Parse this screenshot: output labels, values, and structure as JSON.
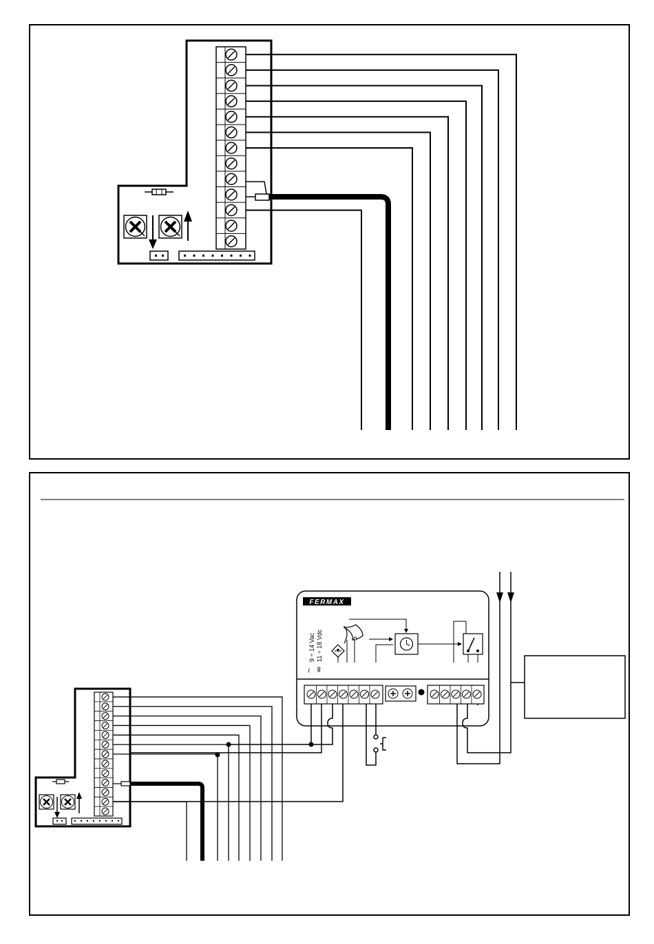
{
  "upper_panel": {
    "terminal_count": 13
  },
  "lower_panel": {
    "terminal_count": 13,
    "module": {
      "brand": "FERMAX",
      "supply_ac": "9 ÷ 14 Vac",
      "supply_dc": "11 ÷ 18 Vdc",
      "ac_symbol": "~",
      "dc_symbol": "≂"
    }
  }
}
